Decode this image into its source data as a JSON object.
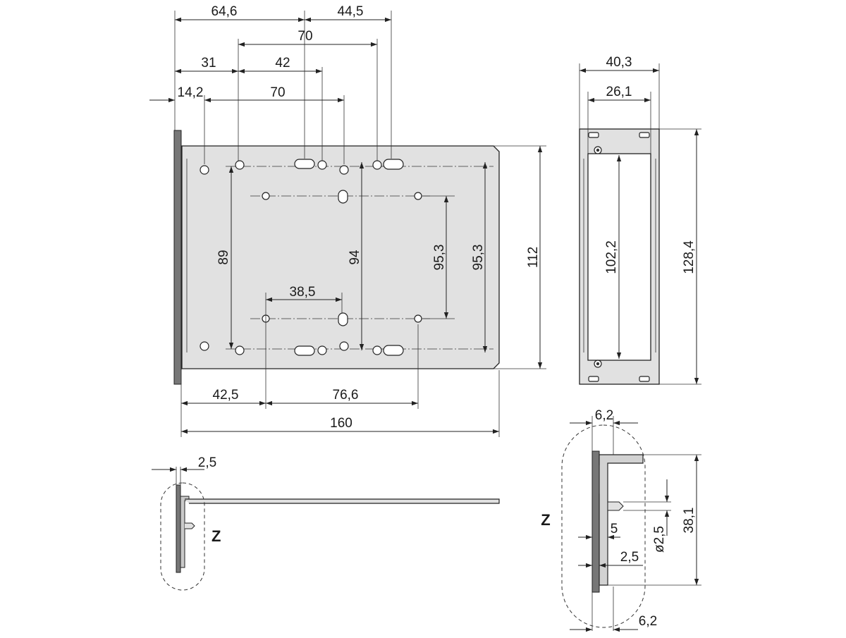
{
  "top_view": {
    "dims": {
      "d64_6": "64,6",
      "d44_5": "44,5",
      "d70_top": "70",
      "d31": "31",
      "d42": "42",
      "d14_2": "14,2",
      "d70_mid": "70",
      "d89": "89",
      "d94": "94",
      "d95_3_inner": "95,3",
      "d95_3_outer": "95,3",
      "d112": "112",
      "d38_5": "38,5",
      "d42_5": "42,5",
      "d76_6": "76,6",
      "d160": "160"
    }
  },
  "front_view": {
    "dims": {
      "d40_3": "40,3",
      "d26_1": "26,1",
      "d102_2": "102,2",
      "d128_4": "128,4"
    }
  },
  "side_view": {
    "dims": {
      "d2_5": "2,5"
    },
    "detail_label": "Z"
  },
  "detail_view": {
    "label": "Z",
    "dims": {
      "d6_2_top": "6,2",
      "d5": "5",
      "d2_5": "2,5",
      "dia2_5": "ø2,5",
      "d38_1": "38,1",
      "d6_2_bottom": "6,2"
    }
  }
}
